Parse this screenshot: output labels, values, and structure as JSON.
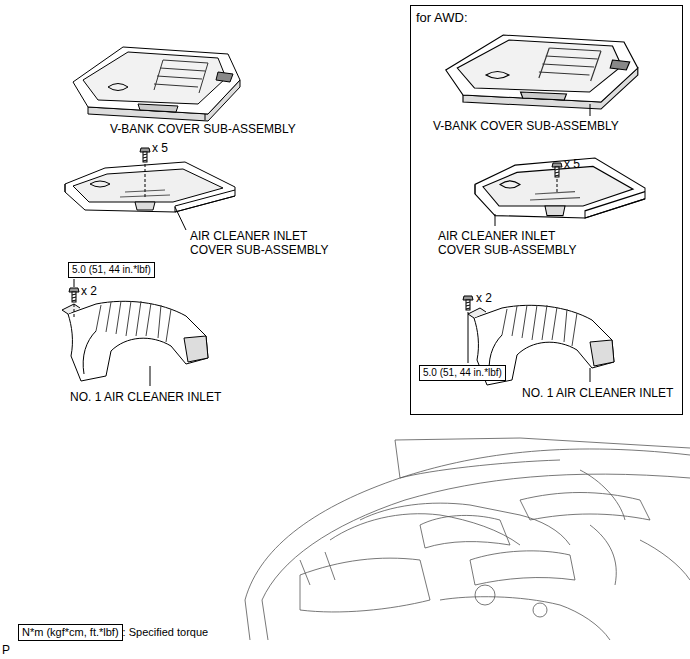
{
  "diagram": {
    "nodes": [
      {
        "text": [
          "for AWD:"
        ]
      },
      {
        "text": [
          "5.0 (51, 44 in.*lbf)"
        ]
      },
      {
        "text": [
          "5.0 (51, 44 in.*lbf)"
        ],
        "in": 0
      },
      {
        "text": [
          "N*m (kgf*cm, ft.*lbf)",
          ": Specified torque"
        ]
      }
    ],
    "labels": [
      "V-BANK COVER SUB-ASSEMBLY",
      "x 5",
      "AIR CLEANER INLET COVER SUB-ASSEMBLY",
      "x 2",
      "NO. 1 AIR CLEANER INLET",
      "V-BANK COVER SUB-ASSEMBLY",
      "x 5",
      "AIR CLEANER INLET COVER SUB-ASSEMBLY",
      "x 2",
      "NO. 1 AIR CLEANER INLET",
      "P"
    ]
  }
}
